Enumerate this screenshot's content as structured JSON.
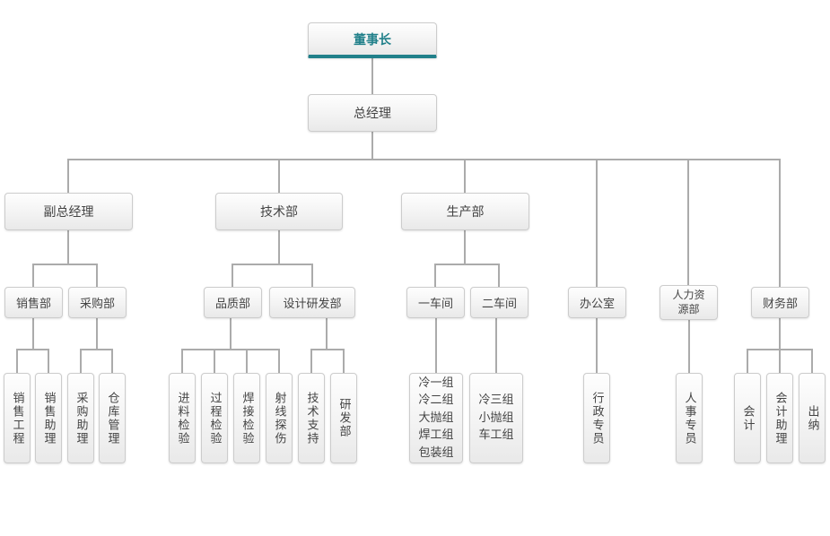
{
  "colors": {
    "accent": "#21808a",
    "connector": "#ababab",
    "node_border": "#cccccc",
    "node_text": "#444444"
  },
  "org": {
    "chairman": "董事长",
    "general_manager": "总经理",
    "deputy_general_manager": "副总经理",
    "technology_dept": "技术部",
    "production_dept": "生产部",
    "office": "办公室",
    "hr_dept": "人力资\n源部",
    "finance_dept": "财务部",
    "sales_dept": "销售部",
    "purchasing_dept": "采购部",
    "quality_dept": "品质部",
    "design_rd_dept": "设计研发部",
    "workshop_1": "一车间",
    "workshop_2": "二车间",
    "sales_engineering": "销售工程",
    "sales_assistant": "销售助理",
    "purchasing_assistant": "采购助理",
    "warehouse_management": "仓库管理",
    "incoming_inspection": "进料检验",
    "process_inspection": "过程检验",
    "welding_inspection": "焊接检验",
    "radiographic_testing": "射线探伤",
    "technical_support": "技术支持",
    "rd_dept": "研发部",
    "workshop_1_groups": "冷一组\n冷二组\n大抛组\n焊工组\n包装组",
    "workshop_2_groups": "冷三组\n小抛组\n车工组",
    "admin_specialist": "行政专员",
    "personnel_specialist": "人事专员",
    "accountant": "会计",
    "accounting_assistant": "会计助理",
    "cashier": "出纳"
  }
}
